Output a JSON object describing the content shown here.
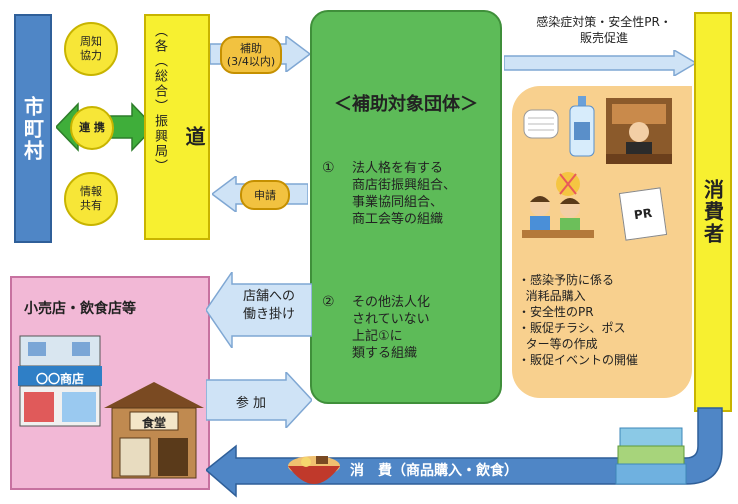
{
  "municipality": {
    "label": "市町村"
  },
  "prefecture": {
    "label": "道",
    "sub": "（各（総合）振興局）"
  },
  "circles": {
    "notify": "周知\n協力",
    "cooperate": "連 携",
    "share": "情報\n共有"
  },
  "subsidy": {
    "label": "補助\n(3/4以内)"
  },
  "application": {
    "label": "申請"
  },
  "target_groups": {
    "title": "＜補助対象団体＞",
    "item1_num": "①",
    "item1_text": "法人格を有する\n商店街振興組合、\n事業協同組合、\n商工会等の組織",
    "item2_num": "②",
    "item2_text": "その他法人化\nされていない\n上記①に\n類する組織"
  },
  "measures_header": "感染症対策・安全性PR・\n販売促進",
  "consumer": {
    "label": "消費者"
  },
  "retail": {
    "title": "小売店・飲食店等",
    "shop_sign": "〇〇商店",
    "restaurant_sign": "食堂"
  },
  "outreach": {
    "label": "店舗への\n働き掛け"
  },
  "participate": {
    "label": "参 加"
  },
  "measure_list": [
    "・感染予防に係る\n  消耗品購入",
    "・安全性のPR",
    "・販促チラシ、ポス\n  ター等の作成",
    "・販促イベントの開催"
  ],
  "pr_card": "PR",
  "consumption": {
    "label": "消　費（商品購入・飲食）"
  }
}
